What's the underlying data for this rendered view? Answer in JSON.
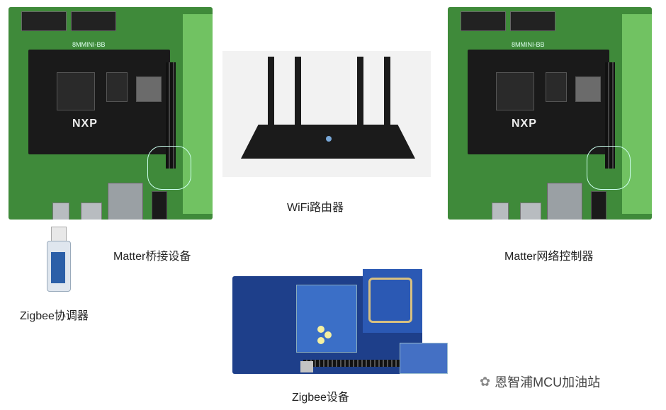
{
  "labels": {
    "wifi_router": "WiFi路由器",
    "matter_bridge": "Matter桥接设备",
    "matter_controller": "Matter网络控制器",
    "zigbee_coordinator": "Zigbee协调器",
    "zigbee_device": "Zigbee设备",
    "watermark": "恩智浦MCU加油站"
  },
  "boards": {
    "left_silk": "8MMINI-BB",
    "right_silk": "8MMINI-BB",
    "logo": "NXP"
  },
  "colors": {
    "pcb_green": "#3f8a3a",
    "pcb_light": "#71c262",
    "zigbee_blue": "#1e3f8a",
    "router_black": "#1b1b1b"
  }
}
